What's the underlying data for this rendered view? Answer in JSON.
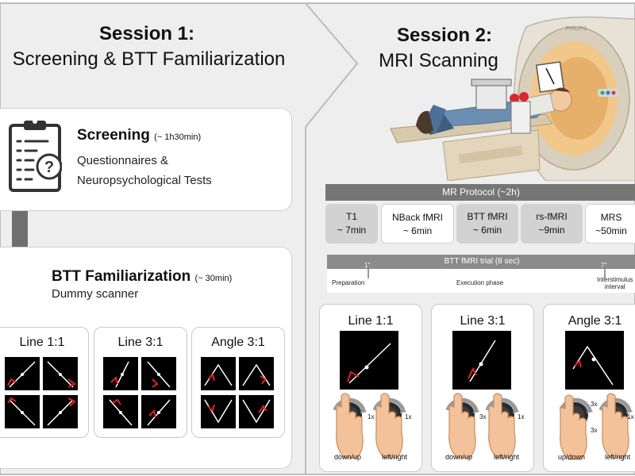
{
  "session1": {
    "title": "Session 1:",
    "subtitle": "Screening & BTT Familiarization",
    "screening": {
      "title": "Screening",
      "duration": "(~ 1h30min)",
      "line1": "Questionnaires &",
      "line2": "Neuropsychological Tests"
    },
    "familiarization": {
      "title": "BTT Familiarization",
      "duration": "(~ 30min)",
      "subtitle": "Dummy scanner"
    },
    "tasks": [
      {
        "label": "Line 1:1"
      },
      {
        "label": "Line 3:1"
      },
      {
        "label": "Angle 3:1"
      }
    ]
  },
  "session2": {
    "title": "Session 2:",
    "subtitle": "MRI Scanning",
    "scanner_brand": "PHILIPS",
    "protocol_title": "MR Protocol (~2h)",
    "protocol": [
      {
        "name": "T1",
        "duration": "~ 7min"
      },
      {
        "name": "NBack fMRI",
        "duration": "~ 6min"
      },
      {
        "name": "BTT fMRI",
        "duration": "~ 6min"
      },
      {
        "name": "rs-fMRI",
        "duration": "~9min"
      },
      {
        "name": "MRS",
        "duration": "~50min"
      }
    ],
    "trial": {
      "title": "BTT fMRI trial (8 sec)",
      "mark1": "1''",
      "mark2": "7''",
      "phase1": "Preparation",
      "phase2": "Execution phase",
      "phase3_line1": "Interstimulus",
      "phase3_line2": "interval"
    },
    "tasks": [
      {
        "label": "Line 1:1",
        "left_label": "down/up",
        "right_label": "left/right",
        "left_rep": "1x",
        "right_rep": "1x"
      },
      {
        "label": "Line 3:1",
        "left_label": "down/up",
        "right_label": "left/right",
        "left_rep": "3x",
        "right_rep": "1x"
      },
      {
        "label": "Angle 3:1",
        "left_label": "up/down",
        "right_label": "left/right",
        "left_rep": "3x",
        "left_rep2": "3x",
        "right_rep": "1x"
      }
    ]
  },
  "colors": {
    "panel": "#eeeeee",
    "protocol_bar": "#767676",
    "protocol_box": "#d2d2d2",
    "trial_bar": "#8b8b8b",
    "arrow": "#6f6f6f",
    "red_marker": "#e0202a"
  }
}
